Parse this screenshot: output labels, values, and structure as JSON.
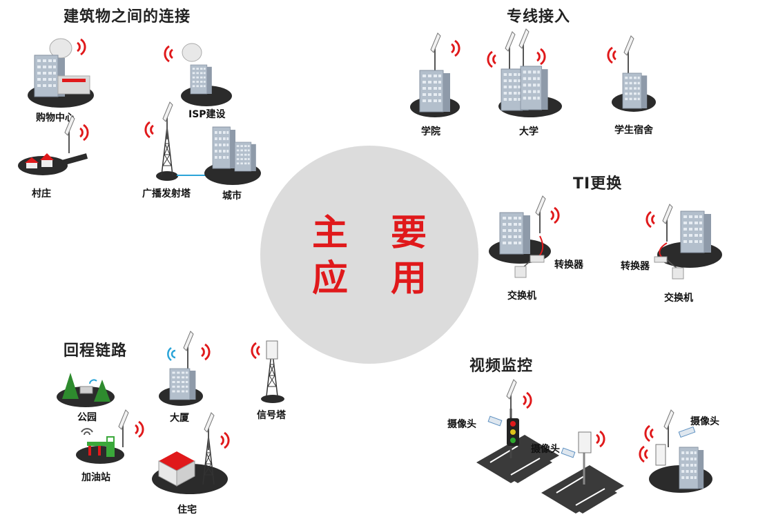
{
  "center": {
    "line1": "主 要",
    "line2": "应 用"
  },
  "sections": {
    "buildings": {
      "title": "建筑物之间的连接",
      "labels": {
        "mall": "购物中心",
        "isp": "ISP建设",
        "village": "村庄",
        "tower": "广播发射塔",
        "city": "城市"
      }
    },
    "dedicated": {
      "title": "专线接入",
      "labels": {
        "school": "学院",
        "university": "大学",
        "dorm": "学生宿舍"
      }
    },
    "t1": {
      "title": "TI更换",
      "labels": {
        "converter_left": "转换器",
        "switch_left": "交换机",
        "converter_right": "转换器",
        "switch_right": "交换机"
      }
    },
    "backhaul": {
      "title": "回程链路",
      "labels": {
        "park": "公园",
        "building": "大厦",
        "signal_tower": "信号塔",
        "gas_station": "加油站",
        "residence": "住宅"
      }
    },
    "video": {
      "title": "视频监控",
      "labels": {
        "camera1": "摄像头",
        "camera2": "摄像头",
        "camera3": "摄像头"
      }
    }
  },
  "colors": {
    "accent_red": "#e0191b",
    "circle_gray": "#dcdcdc",
    "building_gray": "#a8b4c4",
    "shadow": "#2b2b2b",
    "link_cyan": "#2aa4d8"
  }
}
